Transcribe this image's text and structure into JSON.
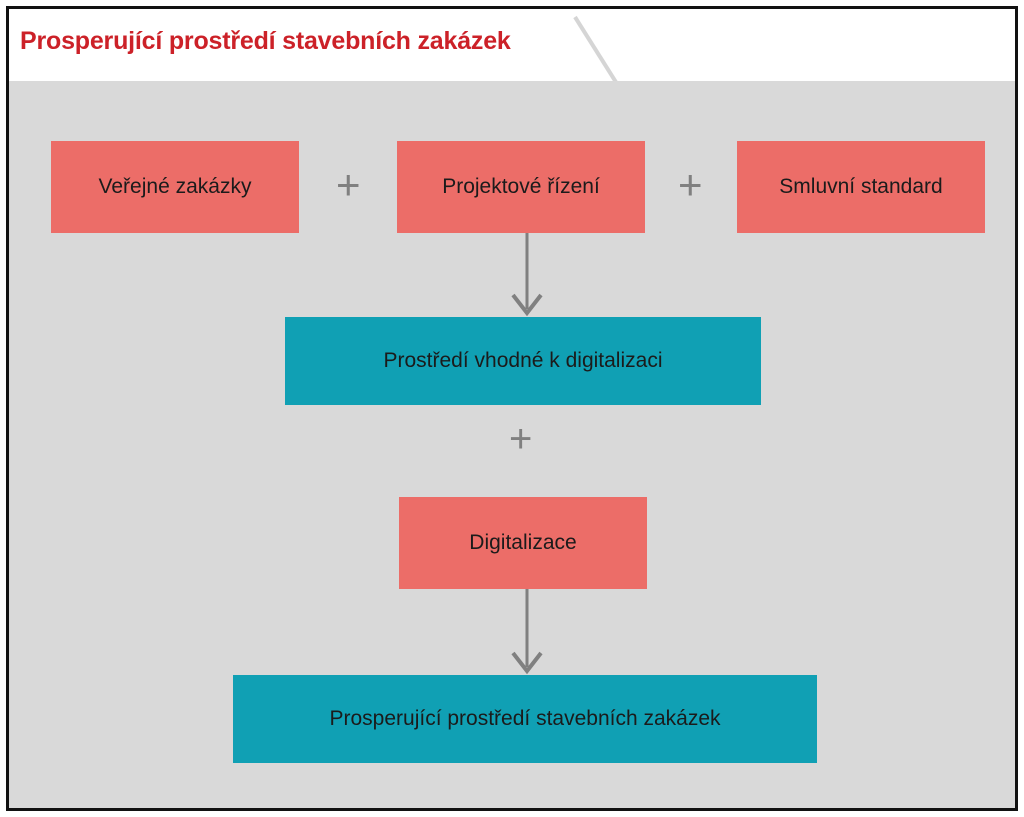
{
  "figure": {
    "title": "Prosperující prostředí stavebních zakázek",
    "language": "cs"
  },
  "colors": {
    "title_red": "#cc2128",
    "box_red": "#ec6d68",
    "box_teal": "#10a0b4",
    "canvas_grey": "#d9d9d9",
    "frame_black": "#111111",
    "connector_grey": "#808080",
    "text_dark": "#1b1b1b",
    "header_white": "#ffffff"
  },
  "diagram": {
    "type": "flowchart",
    "rows": [
      {
        "row": 1,
        "nodes": [
          {
            "id": "verejne-zakazky",
            "label": "Veřejné zakázky",
            "color": "red"
          },
          {
            "id": "projektove-rizeni",
            "label": "Projektové řízení",
            "color": "red"
          },
          {
            "id": "smluvni-standard",
            "label": "Smluvní standard",
            "color": "red"
          }
        ],
        "separators": [
          "+",
          "+"
        ]
      },
      {
        "row": 2,
        "nodes": [
          {
            "id": "prostredi-vhodne",
            "label": "Prostředí vhodné k digitalizaci",
            "color": "teal"
          }
        ]
      },
      {
        "row": 3,
        "nodes": [
          {
            "id": "digitalizace",
            "label": "Digitalizace",
            "color": "red"
          }
        ]
      },
      {
        "row": 4,
        "nodes": [
          {
            "id": "prosperujici",
            "label": "Prosperující prostředí stavebních zakázek",
            "color": "teal"
          }
        ]
      }
    ],
    "operators": [
      {
        "id": "plus-1",
        "glyph": "+",
        "between": [
          "verejne-zakazky",
          "projektove-rizeni"
        ]
      },
      {
        "id": "plus-2",
        "glyph": "+",
        "between": [
          "projektove-rizeni",
          "smluvni-standard"
        ]
      },
      {
        "id": "plus-3",
        "glyph": "+",
        "between": [
          "prostredi-vhodne",
          "digitalizace"
        ]
      }
    ],
    "arrows": [
      {
        "id": "arrow-top",
        "from": "projektove-rizeni",
        "to": "prostredi-vhodne",
        "direction": "down"
      },
      {
        "id": "arrow-bottom",
        "from": "digitalizace",
        "to": "prosperujici",
        "direction": "down"
      }
    ]
  }
}
